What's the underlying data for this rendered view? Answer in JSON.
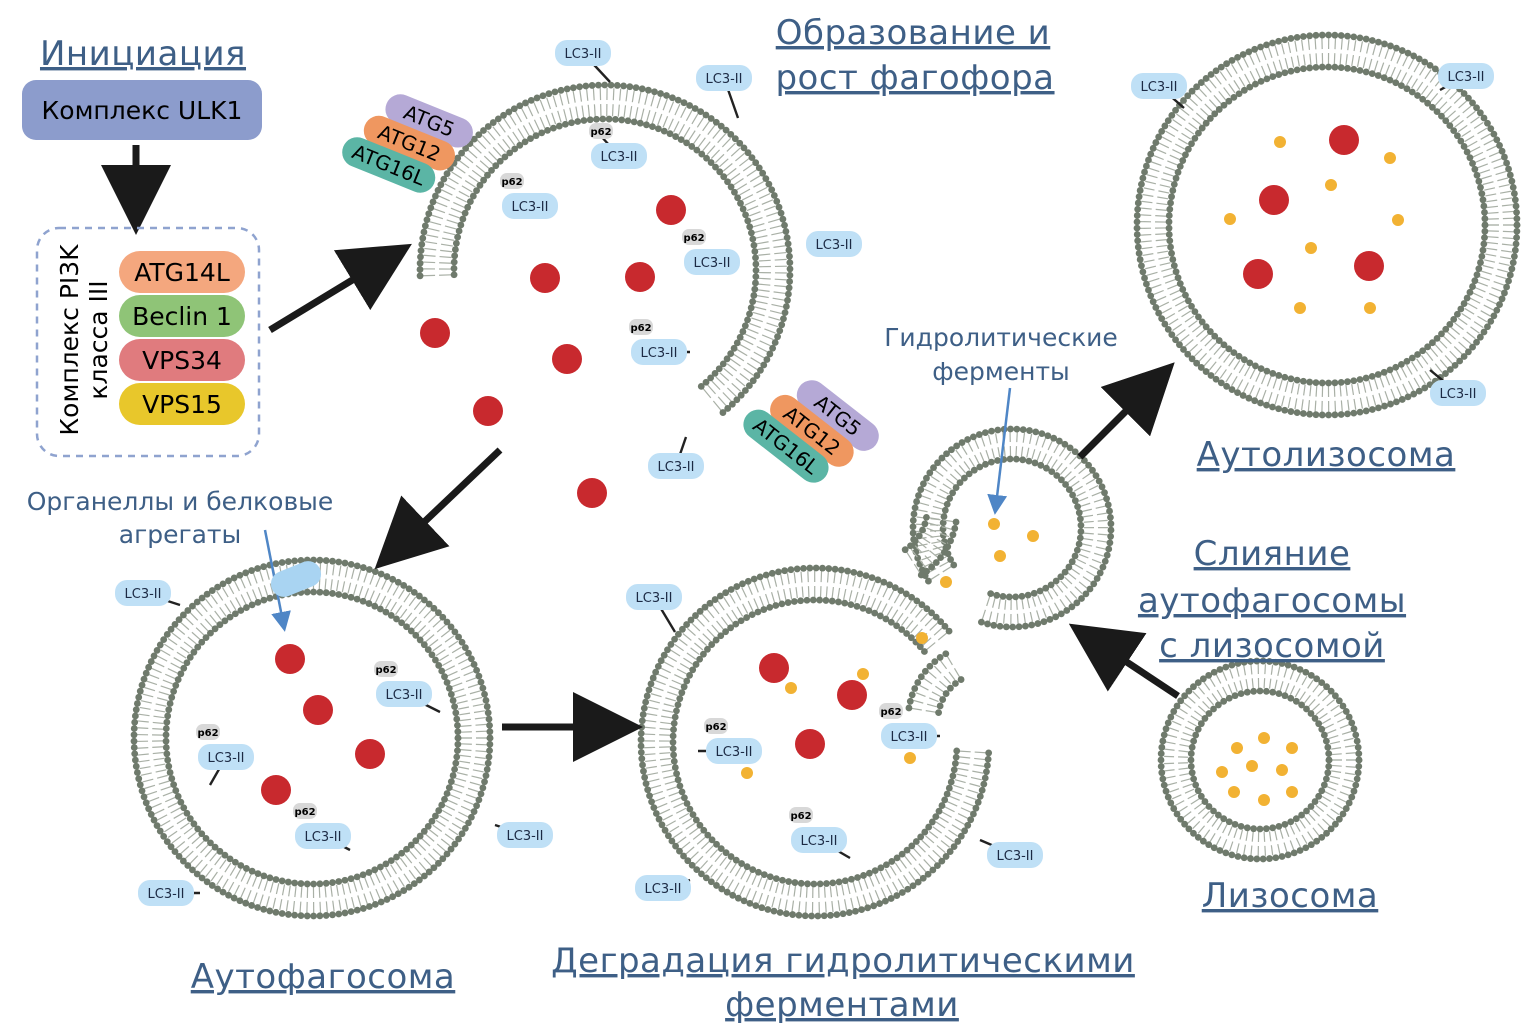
{
  "titles": {
    "initiation": "Инициация",
    "phagophore_line1": "Образование и",
    "phagophore_line2": "рост фагофора",
    "autophagosome": "Аутофагосома",
    "degradation_line1": "Деградация гидролитическими",
    "degradation_line2": "ферментами",
    "autolysosome": "Аутолизосома",
    "fusion_line1": "Слияние",
    "fusion_line2": "аутофагосомы",
    "fusion_line3": "с лизосомой",
    "lysosome": "Лизосома"
  },
  "notes": {
    "hydrolytic_line1": "Гидролитические",
    "hydrolytic_line2": "ферменты",
    "organelles_line1": "Органеллы и белковые",
    "organelles_line2": "агрегаты"
  },
  "ulk1_complex": "Комплекс ULK1",
  "pi3k_label_line1": "Комплекс PI3K",
  "pi3k_label_line2": "класса III",
  "pi3k_components": [
    "ATG14L",
    "Beclin 1",
    "VPS34",
    "VPS15"
  ],
  "atg_components": [
    "ATG5",
    "ATG12",
    "ATG16L"
  ],
  "lc3_label": "LC3-II",
  "p62_label": "p62",
  "colors": {
    "title": "#3e5f86",
    "ulk1_box": "#8c9ccc",
    "atg14l": "#f4a77e",
    "beclin1": "#8fc477",
    "vps34": "#e07b7e",
    "vps15": "#e8c72b",
    "atg5": "#b5a9d6",
    "atg12": "#ef9760",
    "atg16l": "#5bb5a5",
    "cargo": "#c8292e",
    "enzyme": "#f2b233",
    "lc3_bubble": "#bfe0f6",
    "membrane_head": "#6f7a6c"
  }
}
